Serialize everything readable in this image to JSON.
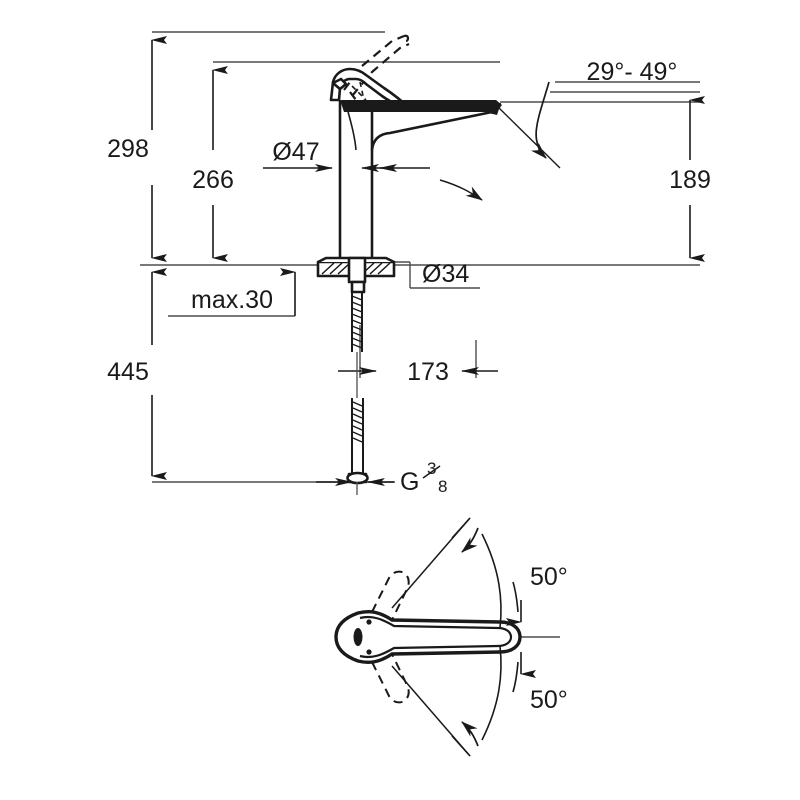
{
  "drawing": {
    "type": "technical-dimension-drawing",
    "subject": "single-lever basin mixer faucet",
    "views": [
      "side-elevation",
      "top-plan"
    ],
    "background_color": "#ffffff",
    "line_color": "#1a1a1a"
  },
  "dimensions": {
    "total_height": "298",
    "handle_clearance_height": "266",
    "spout_height": "189",
    "body_diameter": "Ø47",
    "base_diameter": "Ø34",
    "max_counter_thickness": "max.30",
    "total_length_with_tails": "445",
    "tail_projection": "173",
    "spout_swivel_range": "29°- 49°",
    "thread_size_letter": "G",
    "thread_numerator": "3",
    "thread_denominator": "8"
  },
  "plan_view": {
    "swivel_upper": "50°",
    "swivel_lower": "50°"
  }
}
